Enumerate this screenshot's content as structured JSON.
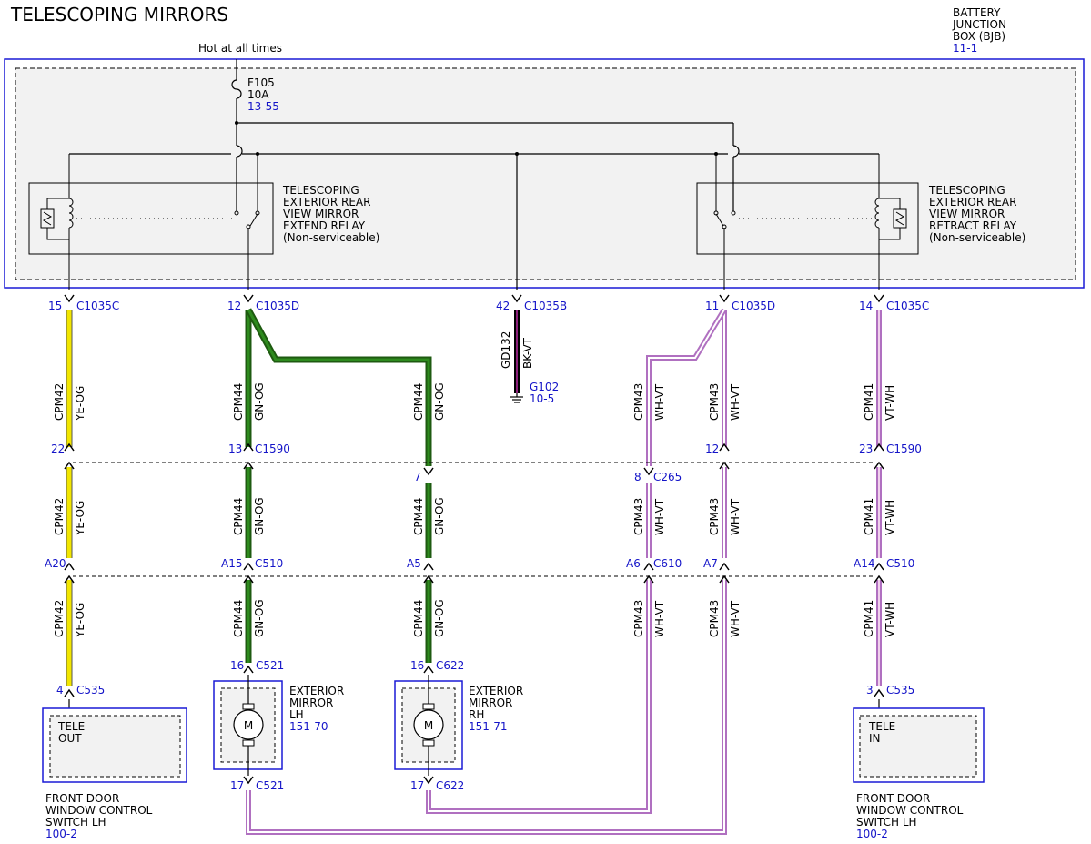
{
  "title": "TELESCOPING MIRRORS",
  "bjb": {
    "lines": [
      "BATTERY",
      "JUNCTION",
      "BOX (BJB)"
    ],
    "ref": "11-1"
  },
  "hot_label": "Hot at all times",
  "fuse": {
    "name": "F105",
    "rating": "10A",
    "ref": "13-55"
  },
  "extend_relay": {
    "lines": [
      "TELESCOPING",
      "EXTERIOR REAR",
      "VIEW MIRROR",
      "EXTEND RELAY",
      "(Non-serviceable)"
    ]
  },
  "retract_relay": {
    "lines": [
      "TELESCOPING",
      "EXTERIOR REAR",
      "VIEW MIRROR",
      "RETRACT RELAY",
      "(Non-serviceable)"
    ]
  },
  "bjb_pins": [
    {
      "pin": "15",
      "conn": "C1035C"
    },
    {
      "pin": "12",
      "conn": "C1035D"
    },
    {
      "pin": "42",
      "conn": "C1035B"
    },
    {
      "pin": "11",
      "conn": "C1035D"
    },
    {
      "pin": "14",
      "conn": "C1035C"
    }
  ],
  "ground": {
    "circuit": "GD132",
    "color": "BK-VT",
    "name": "G102",
    "ref": "10-5"
  },
  "c1590": {
    "pins": [
      "22",
      "13",
      "12",
      "23"
    ],
    "conn": "C1590"
  },
  "c265": {
    "pins": [
      "7",
      "8"
    ],
    "conn": "C265"
  },
  "c510": {
    "pins": [
      "A20",
      "A15",
      "A5",
      "A6",
      "A7",
      "A14"
    ],
    "conn1": "C510",
    "conn2": "C610",
    "conn3": "C510"
  },
  "motor_pins": {
    "lh_top": "16",
    "lh_conn": "C521",
    "rh_top": "16",
    "rh_conn": "C622",
    "lh_bot": "17",
    "rh_bot": "17"
  },
  "switch_pins": {
    "lh": "4",
    "rh": "3",
    "conn": "C535"
  },
  "wires": {
    "cpm42": {
      "circuit": "CPM42",
      "color": "YE-OG"
    },
    "cpm44": {
      "circuit": "CPM44",
      "color": "GN-OG"
    },
    "cpm43": {
      "circuit": "CPM43",
      "color": "WH-VT"
    },
    "cpm41": {
      "circuit": "CPM41",
      "color": "VT-WH"
    }
  },
  "mirror_lh": {
    "lines": [
      "EXTERIOR",
      "MIRROR",
      "LH"
    ],
    "ref": "151-70",
    "motor": "M"
  },
  "mirror_rh": {
    "lines": [
      "EXTERIOR",
      "MIRROR",
      "RH"
    ],
    "ref": "151-71",
    "motor": "M"
  },
  "switch_lh": {
    "label1": "TELE",
    "label2": "OUT",
    "lines": [
      "FRONT DOOR",
      "WINDOW CONTROL",
      "SWITCH LH"
    ],
    "ref": "100-2"
  },
  "switch_rh": {
    "label1": "TELE",
    "label2": "IN",
    "lines": [
      "FRONT DOOR",
      "WINDOW CONTROL",
      "SWITCH LH"
    ],
    "ref": "100-2"
  },
  "colors": {
    "outline": "#1a1ad6",
    "panel": "#f2f2f2",
    "link_text": "#1414c8",
    "yellow": "#f2e600",
    "green": "#2e8b1e",
    "green_dark": "#1e5a10",
    "pink": "#e8b0d8",
    "violet": "#b070c0",
    "black": "#000000"
  }
}
